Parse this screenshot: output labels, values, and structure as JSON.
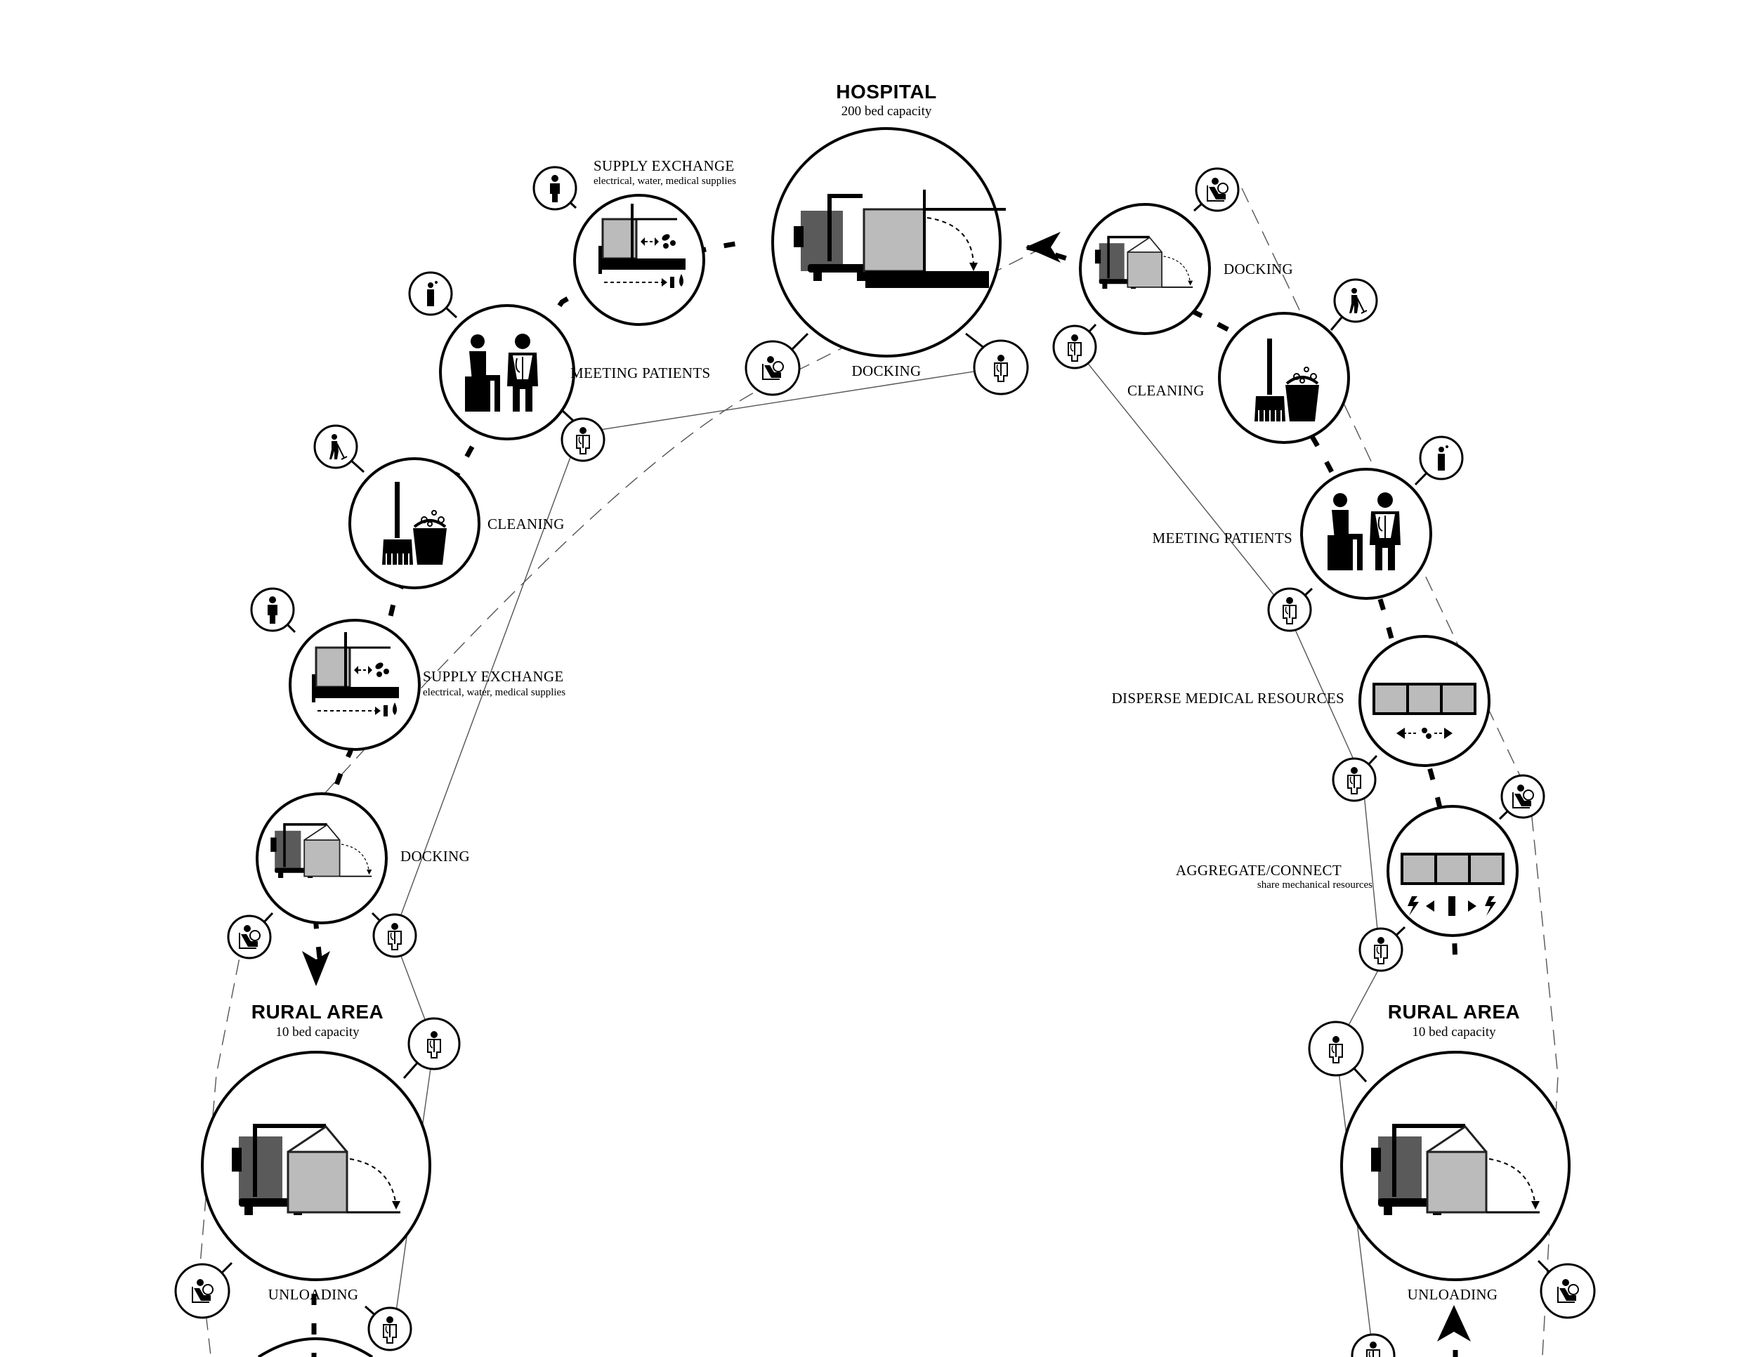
{
  "hospital": {
    "title": "HOSPITAL",
    "capacity": "200 bed capacity",
    "docking_label": "DOCKING"
  },
  "left_route": {
    "supply_exchange": {
      "label": "SUPPLY EXCHANGE",
      "sub": "electrical, water, medical supplies"
    },
    "meeting_patients": "MEETING PATIENTS",
    "cleaning": "CLEANING",
    "supply_exchange_2": {
      "label": "SUPPLY EXCHANGE",
      "sub": "electrical, water, medical supplies"
    },
    "docking": "DOCKING"
  },
  "right_route": {
    "docking": "DOCKING",
    "cleaning": "CLEANING",
    "meeting_patients": "MEETING PATIENTS",
    "disperse": "DISPERSE MEDICAL RESOURCES",
    "aggregate": {
      "label": "AGGREGATE/CONNECT",
      "sub": "share mechanical resources"
    }
  },
  "rural_left": {
    "title": "RURAL AREA",
    "capacity": "10 bed capacity",
    "unloading": "UNLOADING"
  },
  "rural_right": {
    "title": "RURAL AREA",
    "capacity": "10 bed capacity",
    "unloading": "UNLOADING"
  },
  "icons": [
    "docking-unit-icon",
    "cleaning-icon",
    "meeting-patients-icon",
    "supply-exchange-icon",
    "medical-module-icon",
    "doctor-icon",
    "driver-icon",
    "janitor-icon",
    "patient-icon"
  ],
  "colors": {
    "line": "#000000",
    "module_gray": "#bbbbbb",
    "truck_dark": "#5a5a5a"
  }
}
